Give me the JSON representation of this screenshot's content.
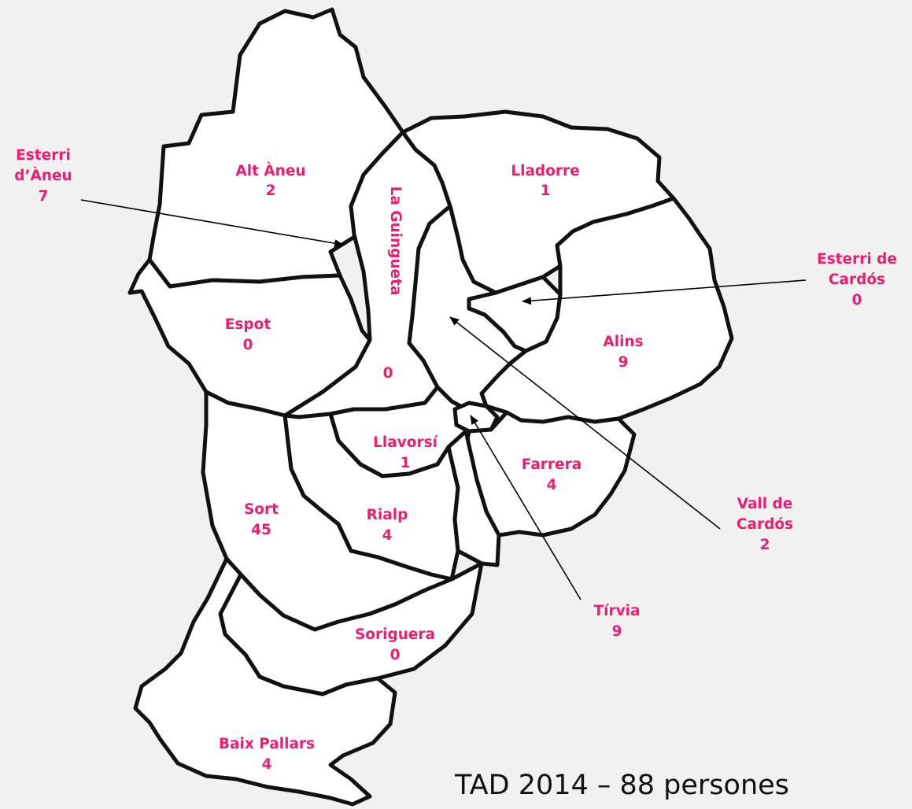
{
  "colors": {
    "label": "#ee1d6e",
    "background": "#f1f1f1",
    "fill": "#ffffff",
    "border": "#111111"
  },
  "caption": "TAD 2014 – 88 persones",
  "regions": [
    {
      "id": "alt-aneu",
      "name": "Alt Àneu",
      "value": "2"
    },
    {
      "id": "la-guingueta",
      "name": "La Guingueta",
      "value": "0"
    },
    {
      "id": "lladorre",
      "name": "Lladorre",
      "value": "1"
    },
    {
      "id": "esterri-daneu",
      "name_lines": [
        "Esterri",
        "d’Àneu"
      ],
      "value": "7"
    },
    {
      "id": "espot",
      "name": "Espot",
      "value": "0"
    },
    {
      "id": "esterri-de-cardos",
      "name_lines": [
        "Esterri de",
        "Cardós"
      ],
      "value": "0"
    },
    {
      "id": "alins",
      "name": "Alins",
      "value": "9"
    },
    {
      "id": "vall-de-cardos",
      "name_lines": [
        "Vall de",
        "Cardós"
      ],
      "value": "2"
    },
    {
      "id": "llavorsi",
      "name": "Llavorsí",
      "value": "1"
    },
    {
      "id": "farrera",
      "name": "Farrera",
      "value": "4"
    },
    {
      "id": "sort",
      "name": "Sort",
      "value": "45"
    },
    {
      "id": "rialp",
      "name": "Rialp",
      "value": "4"
    },
    {
      "id": "tirvia",
      "name": "Tírvia",
      "value": "9"
    },
    {
      "id": "soriguera",
      "name": "Soriguera",
      "value": "0"
    },
    {
      "id": "baix-pallars",
      "name": "Baix Pallars",
      "value": "4"
    }
  ]
}
